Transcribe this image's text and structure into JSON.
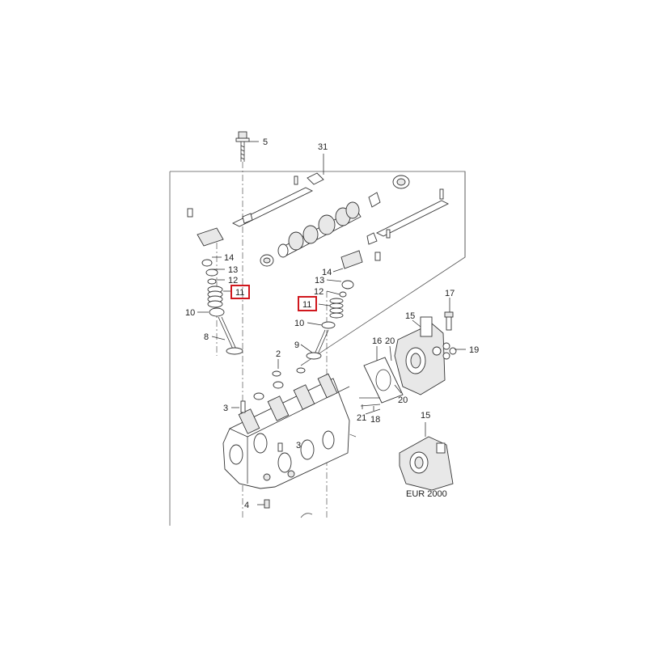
{
  "callouts": {
    "c31": "31",
    "c5": "5",
    "l14": "14",
    "l13": "13",
    "l12": "12",
    "l11": "11",
    "l10": "10",
    "l8": "8",
    "r14": "14",
    "r13": "13",
    "r12": "12",
    "r11": "11",
    "r10": "10",
    "r9": "9",
    "c2": "2",
    "c3a": "3",
    "c3b": "3",
    "c4": "4",
    "c15a": "15",
    "c17": "17",
    "c16": "16",
    "c20a": "20",
    "c19": "19",
    "c20b": "20",
    "c21": "21",
    "c18": "18",
    "c15b": "15"
  },
  "caption": "EUR 2000",
  "highlight_color": "#d0181e"
}
